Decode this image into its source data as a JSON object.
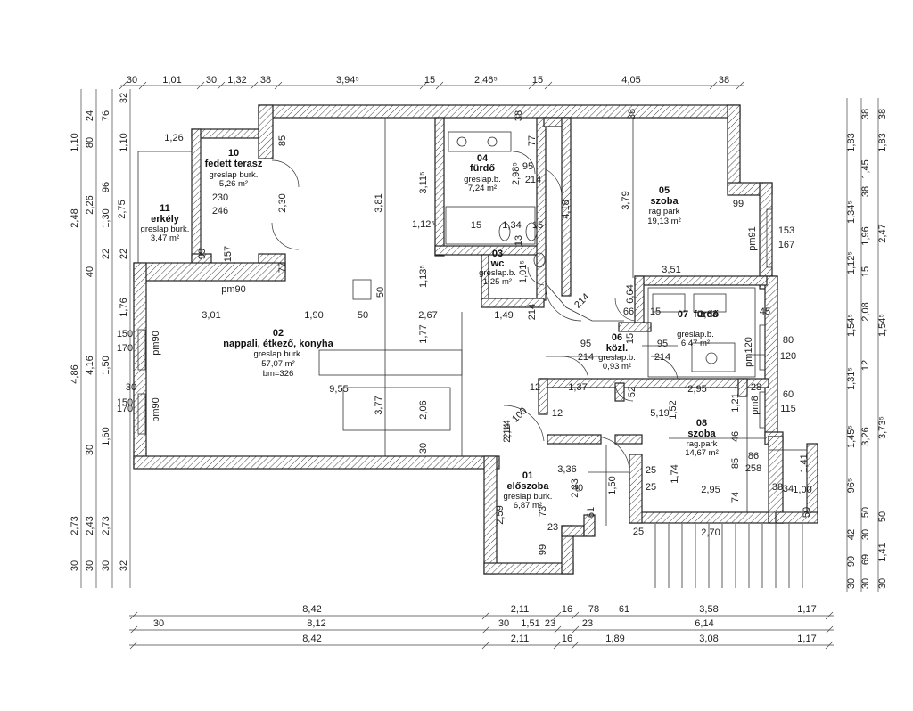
{
  "rooms": [
    {
      "num": "01",
      "name": "előszoba",
      "floor": "greslap burk.",
      "area": "6,87 m²"
    },
    {
      "num": "02",
      "name": "nappali, étkező, konyha",
      "floor": "greslap burk.",
      "area": "57,07 m²",
      "extra": "bm=326"
    },
    {
      "num": "03",
      "name": "wc",
      "floor": "greslap.b.",
      "area": "1,25 m²"
    },
    {
      "num": "04",
      "name": "fürdő",
      "floor": "greslap.b.",
      "area": "7,24 m²"
    },
    {
      "num": "05",
      "name": "szoba",
      "floor": "rag.park",
      "area": "19,13 m²"
    },
    {
      "num": "06",
      "name": "közl.",
      "floor": "greslap.b.",
      "area": "0,93 m²"
    },
    {
      "num": "07",
      "name": "fürdő",
      "floor": "greslap.b.",
      "area": "6,47 m²"
    },
    {
      "num": "08",
      "name": "szoba",
      "floor": "rag.park",
      "area": "14,67 m²"
    },
    {
      "num": "10",
      "name": "fedett terasz",
      "floor": "greslap burk.",
      "area": "5,26 m²"
    },
    {
      "num": "11",
      "name": "erkély",
      "floor": "greslap burk.",
      "area": "3,47 m²"
    }
  ],
  "dims_top": [
    "30",
    "1,01",
    "30",
    "1,32",
    "38",
    "3,94⁵",
    "15",
    "2,46⁵",
    "15",
    "4,05",
    "38"
  ],
  "dims_bottom": {
    "row1": [
      "8,42",
      "2,11",
      "16",
      "78",
      "61",
      "3,58",
      "1,17"
    ],
    "row2": [
      "30",
      "8,12",
      "30",
      "1,51",
      "23",
      "23",
      "6,14"
    ],
    "row3": [
      "8,42",
      "2,11",
      "16",
      "1,89",
      "3,08",
      "1,17"
    ]
  },
  "dims_left": {
    "col1": [
      "1,10",
      "2,48",
      "4,86",
      "2,73",
      "30"
    ],
    "col2": [
      "24",
      "80",
      "2,26",
      "40",
      "4,16",
      "30",
      "2,43",
      "30"
    ],
    "col3": [
      "76",
      "96",
      "1,30",
      "22",
      "1,50",
      "1,60",
      "2,73",
      "30"
    ],
    "col4": [
      "32",
      "1,10",
      "22",
      "1,76",
      "32"
    ]
  },
  "dims_right": {
    "col1": [
      "1,83",
      "1,34⁵",
      "1,12⁵",
      "1,54⁵",
      "1,31⁵",
      "1,45⁵",
      "96⁵",
      "42",
      "99",
      "30"
    ],
    "col2": [
      "38",
      "1,45",
      "38",
      "1,96",
      "15",
      "2,08",
      "12",
      "3,26",
      "50",
      "30",
      "69",
      "30"
    ],
    "col3": [
      "38",
      "1,83",
      "2,47",
      "1,54⁵",
      "3,73⁵",
      "50",
      "1,41",
      "30"
    ]
  },
  "interior_labels": [
    "1,26",
    "2,75",
    "230",
    "246",
    "2,30",
    "85",
    "99",
    "157",
    "77",
    "pm90",
    "3,81",
    "3,11⁵",
    "1,12⁵",
    "1,13⁵",
    "50",
    "38",
    "77",
    "2,98⁵",
    "95",
    "214",
    "15",
    "1,34",
    "15",
    "1,01⁵",
    "13",
    "4,18",
    "3,79",
    "99",
    "pm91",
    "153",
    "167",
    "3,51",
    "38",
    "3,01",
    "1,90",
    "50",
    "2,67",
    "1,49",
    "214",
    "214",
    "66",
    "15",
    "2,63",
    "45",
    "150",
    "170",
    "pm90",
    "9,55",
    "3,77",
    "1,77",
    "95",
    "214",
    "95",
    "214",
    "pm120",
    "80",
    "120",
    "30",
    "150",
    "170",
    "pm90",
    "12",
    "1,37",
    "52",
    "2,95",
    "28",
    "60",
    "12",
    "5,19",
    "1,21",
    "pm8",
    "115",
    "2,06",
    "100",
    "2,14",
    "30",
    "46",
    "86",
    "258",
    "3,36",
    "2,23",
    "1,74",
    "85",
    "1,41",
    "40",
    "25",
    "2,95",
    "38",
    "1,00",
    "25",
    "74",
    "34",
    "50",
    "73",
    "2,59",
    "61",
    "25",
    "2,70",
    "99",
    "23",
    "2,14",
    "1,52",
    "1,50",
    "6,64",
    "15"
  ]
}
